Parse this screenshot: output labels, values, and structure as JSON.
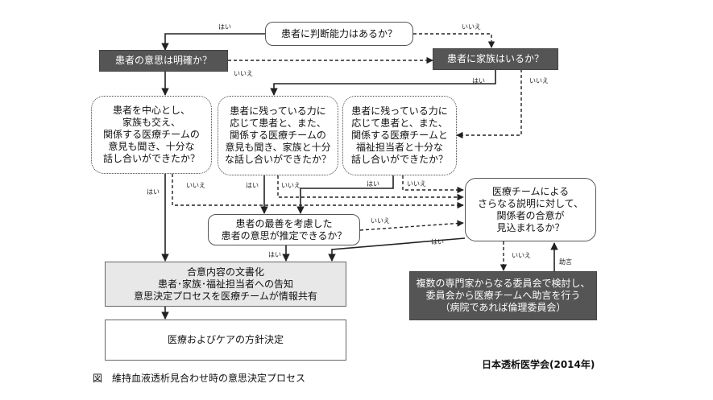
{
  "nodes": {
    "q_capacity": "患者に判断能力はあるか？",
    "q_intent": "患者の意思は明確か？",
    "q_family": "患者に家族はいるか？",
    "q_patient_center": [
      "患者を中心とし、",
      "家族も交え、",
      "関係する医療チームの",
      "意見も聞き、十分な",
      "話し合いができたか？"
    ],
    "q_family_ability": [
      "患者に残っている力に",
      "応じて患者と、また、",
      "関係する医療チームの",
      "意見も聞き、家族と十分",
      "な話し合いができたか？"
    ],
    "q_welfare": [
      "患者に残っている力に",
      "応じて患者と、また、",
      "関係する医療チームと",
      "福祉担当者と十分な",
      "話し合いができたか？"
    ],
    "q_best_interest": [
      "患者の最善を考慮した",
      "患者の意思が推定できるか？"
    ],
    "q_consensus": [
      "医療チームによる",
      "さらなる説明に対して、",
      "関係者の合意が",
      "見込まれるか？"
    ],
    "agreement_doc": [
      "合意内容の文書化",
      "患者･家族･福祉担当者への告知",
      "意思決定プロセスを医療チームが情報共有"
    ],
    "committee": [
      "複数の専門家からなる委員会で検討し、",
      "委員会から医療チームへ助言を行う",
      "（病院であれば倫理委員会）"
    ],
    "care_policy": "医療およびケアの方針決定"
  },
  "labels": {
    "yes": "はい",
    "no": "いいえ",
    "advice": "助言"
  },
  "footer": {
    "source": "日本透析医学会(2014年)",
    "caption": "図　維持血液透析見合わせ時の意思決定プロセス"
  }
}
